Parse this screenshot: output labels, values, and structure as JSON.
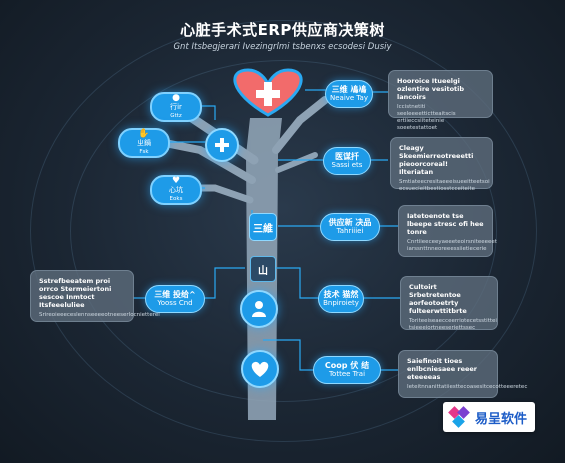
{
  "title": "心脏手术式ERP供应商决策树",
  "subtitle": "Gnt Itsbegjerari Ivezingrlmi tsbenxs ecsodesi Dusiy",
  "colors": {
    "accent": "#1e9be8",
    "heart": "#f26b6b",
    "trunk": "#8ea2b4",
    "card": "#5f6e7d"
  },
  "tree_nodes": {
    "top_heart_icon": "heart-plus-icon",
    "node_mid": "三維",
    "node_small": "山",
    "node_person_icon": "person-icon",
    "node_bottom_icon": "heart-icon"
  },
  "left_bubbles": [
    {
      "icon": "pill-icon",
      "title": "行ir",
      "sub": "Gttz"
    },
    {
      "icon": "hands-icon",
      "title": "ㄓ鍋",
      "sub": "Fsk"
    },
    {
      "icon": "heart-hands-icon",
      "title": "心坑",
      "sub": "Eoks"
    }
  ],
  "right_pills": [
    {
      "main": "三维 鳰鳰",
      "sub": "Neaive Tay"
    },
    {
      "main": "医谋扦",
      "sub": "Sassi ets"
    },
    {
      "main": "供应新 决品",
      "sub": "Tahriiiei"
    },
    {
      "main": "技术 猫然",
      "sub": "Bnpiroiety"
    },
    {
      "main": "Coop 伏 结",
      "sub": "Tottee Trai"
    }
  ],
  "left_pill": {
    "main": "三维 投给^",
    "sub": "Yooss Cnd"
  },
  "right_cards": [
    {
      "heading": "Hooroice Itueelgi ozlentire vesitotib lancoirs",
      "body": "Iccistnetiti seeleeeettictteaitscis ertiieccsiiteteinie soeetestattoet"
    },
    {
      "heading": "Cleagy Skeemierreotreeetti pieoorcoreal! Ilteriatan",
      "body": "Smtiateecresitaeeeisueeitteetsoi ecsuecieitbestiosstcceiteite"
    },
    {
      "heading": "Iatetoenote tse lbeepe stresc ofi hee tonre",
      "body": "Cnrtiieeceeyaeeeteoirsniteeeeet iarssnttnneoreeessiietiecerie"
    },
    {
      "heading": "Cultoirt Srbetretentoe aorfeotoetrty fulteerwttitbrte",
      "body": "Toriteeiseaecceerriotecetsstittei tsieeeiortneeseriettssec"
    },
    {
      "heading": "Saiefinoit tioes enlbcniesaee reeer eteeeeas",
      "body": "Ieteitnnanittatiiesttecoasesitcecotteeeretec"
    }
  ],
  "left_card": {
    "heading": "Sstrefbeeatem proi orrco Stermeiertoni sescoe Inmtoct Itsfeeeluliee",
    "body": "Srireoieeeceslennseeeeotneeserlocnietterei"
  },
  "logo_text": "易呈软件"
}
